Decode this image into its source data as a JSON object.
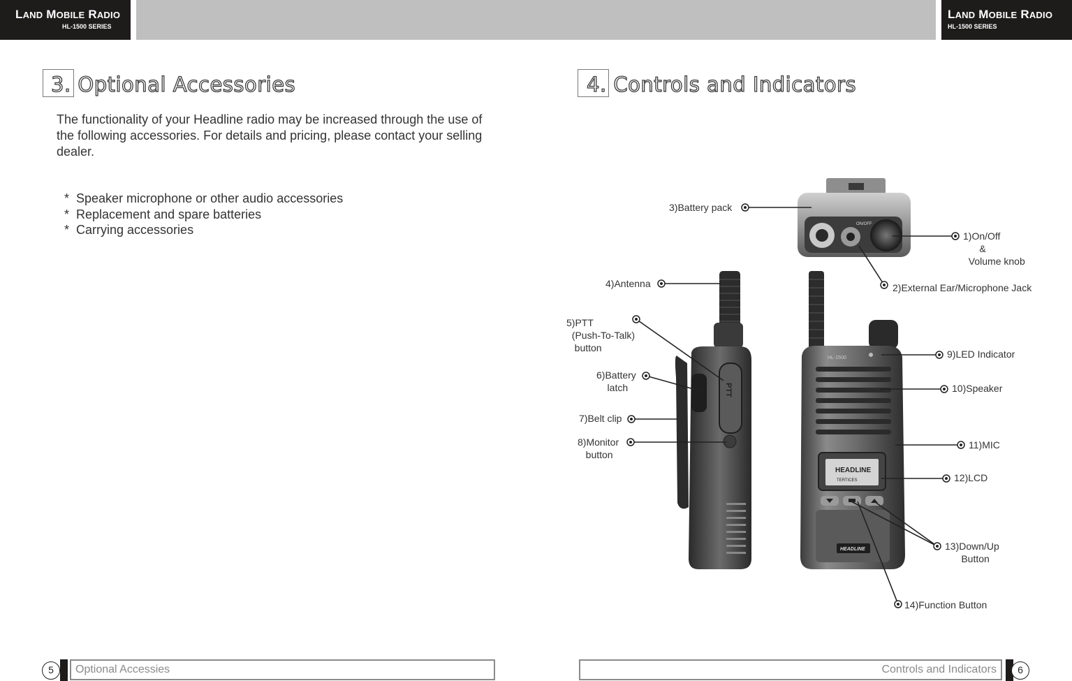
{
  "header": {
    "left": {
      "brand_l": "L",
      "brand_and": "AND",
      "brand_m": "M",
      "brand_obile": "OBILE",
      "brand_r": "R",
      "brand_adio": "ADIO",
      "series": "HL-1500 SERIES"
    },
    "right": {
      "brand_l": "L",
      "brand_and": "AND",
      "brand_m": "M",
      "brand_obile": "OBILE",
      "brand_r": "R",
      "brand_adio": "ADIO",
      "series": "HL-1500 SERIES"
    }
  },
  "left_page": {
    "section_number": "3.",
    "section_title": "Optional Accessories",
    "intro": "The functionality of your Headline radio may be increased through the use of the following accessories. For details and pricing, please contact your selling dealer.",
    "bullets": [
      "Speaker microphone or other audio accessories",
      "Replacement and spare batteries",
      "Carrying accessories"
    ],
    "footer_page": "5",
    "footer_label": "Optional Accessies"
  },
  "right_page": {
    "section_number": "4.",
    "section_title": "Controls and Indicators",
    "callouts": {
      "c1": "1)On/Off\n      &\n  Volume knob",
      "c2": "2)External Ear/Microphone Jack",
      "c3": "3)Battery pack",
      "c4": "4)Antenna",
      "c5": "5)PTT\n  (Push-To-Talk)\n   button",
      "c6": "6)Battery\n    latch",
      "c7": "7)Belt clip",
      "c8": "8)Monitor\n   button",
      "c9": "9)LED Indicator",
      "c10": "10)Speaker",
      "c11": "11)MIC",
      "c12": "12)LCD",
      "c13": "13)Down/Up\n      Button",
      "c14": "14)Function Button"
    },
    "radio_texts": {
      "onoff": "ON/OFF",
      "model": "HL-1500",
      "ptt": "PTT",
      "lcd_brand": "HEADLINE",
      "lcd_sub": "TERTICES",
      "logo": "HEADLINE"
    },
    "footer_page": "6",
    "footer_label": "Controls and Indicators"
  },
  "colors": {
    "header_dark": "#1e1b1b",
    "header_grey": "#bfbfbf",
    "radio_body": "#6e6e6e"
  }
}
